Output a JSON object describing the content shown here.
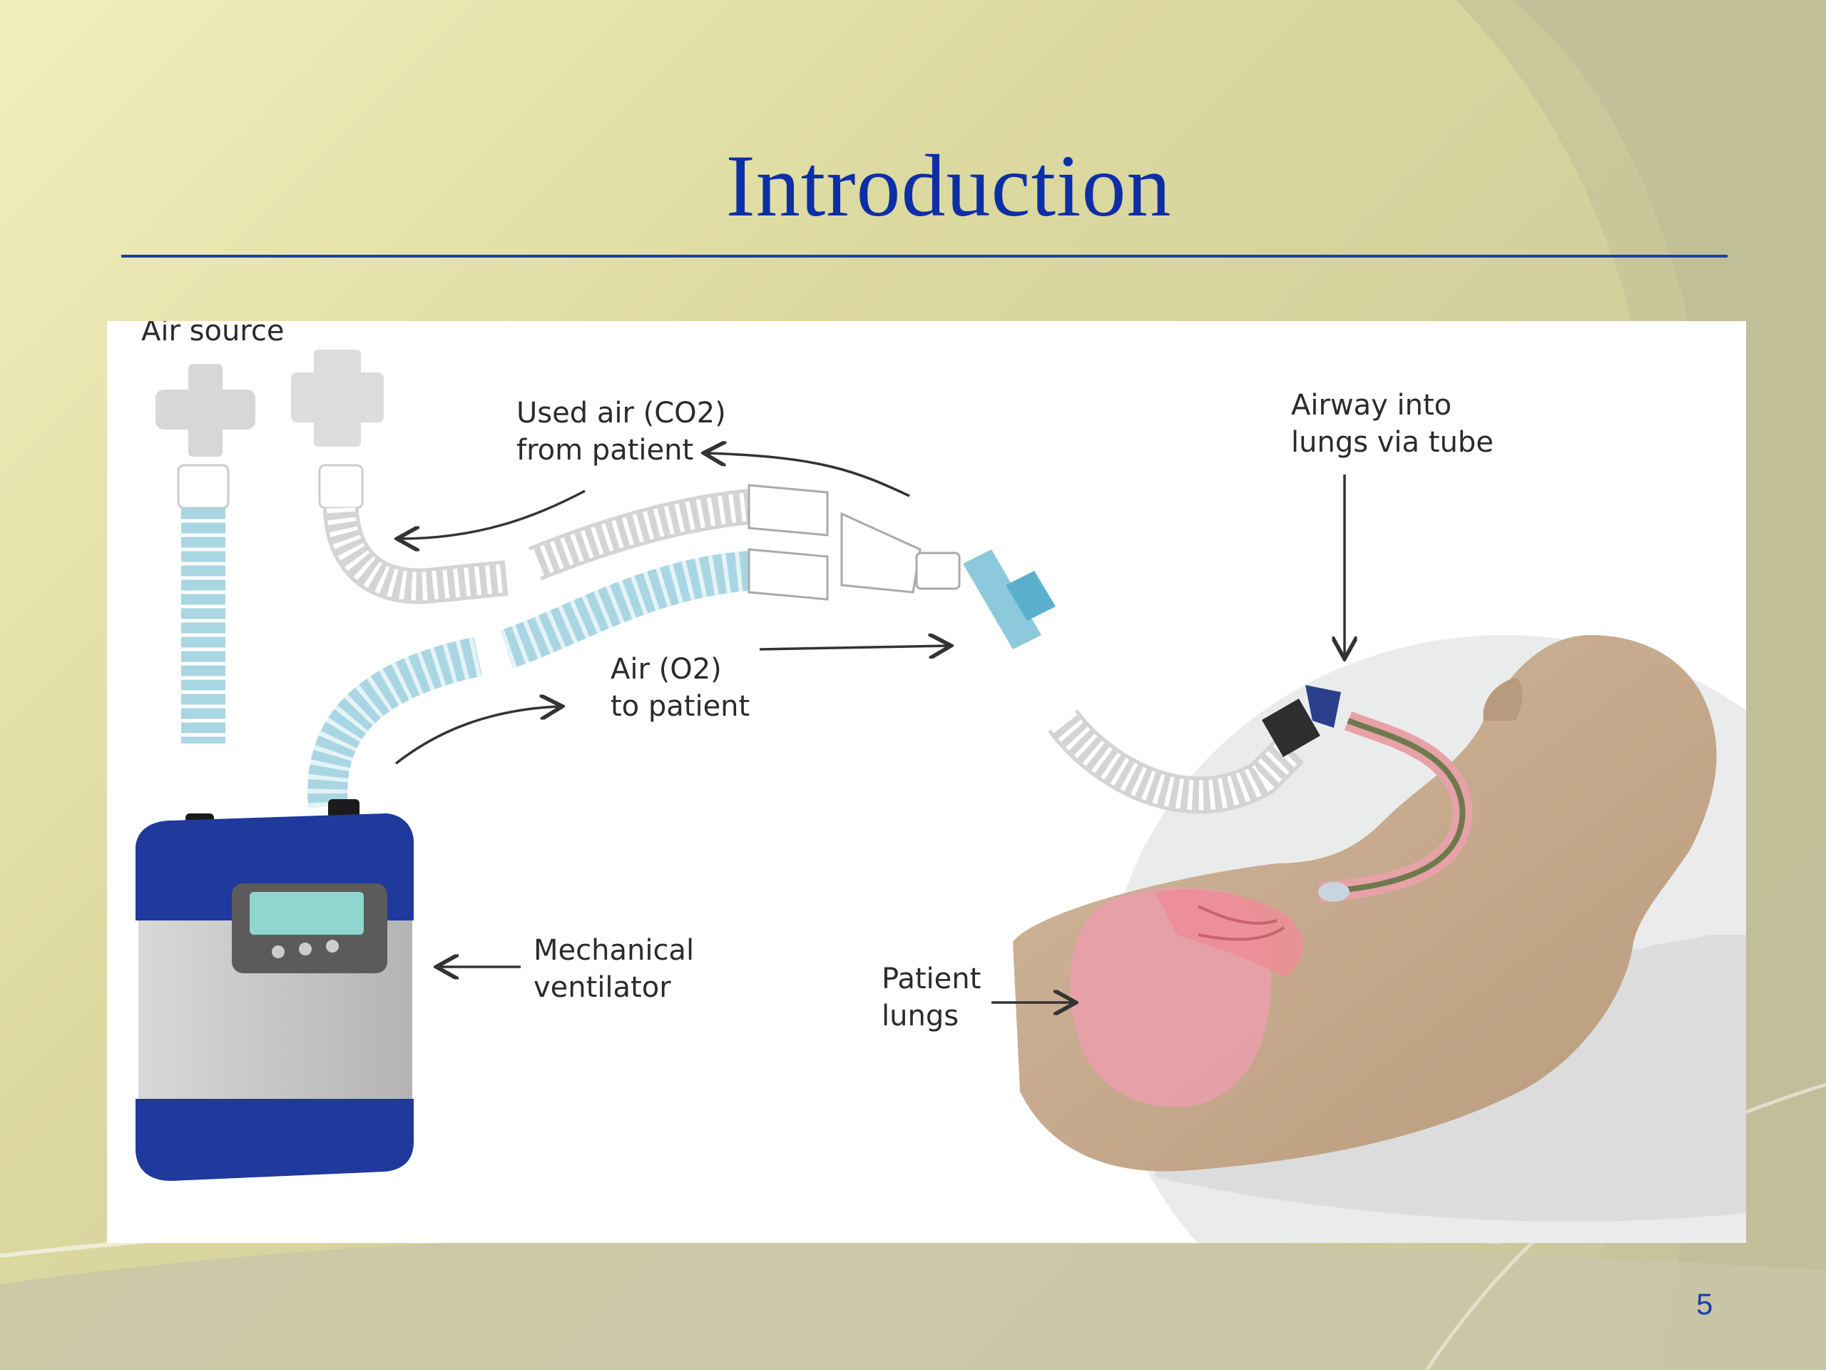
{
  "slide": {
    "title": "Introduction",
    "page_number": "5"
  },
  "diagram": {
    "labels": {
      "air_source": "Air source",
      "used_air": [
        "Used air (CO2)",
        "from patient"
      ],
      "airway": [
        "Airway into",
        "lungs via tube"
      ],
      "air_o2": [
        "Air (O2)",
        "to patient"
      ],
      "mechanical_ventilator": [
        "Mechanical",
        "ventilator"
      ],
      "patient_lungs": [
        "Patient",
        "lungs"
      ]
    }
  },
  "colors": {
    "title": "#0d2fa6",
    "rule": "#1b3fa4",
    "ventilator_blue": "#1f3a9c",
    "ventilator_gray": "#c9c9c9",
    "tube_blue": "#a9d6e3",
    "skin": "#c9ad90",
    "lungs": "#e8a0aa"
  }
}
